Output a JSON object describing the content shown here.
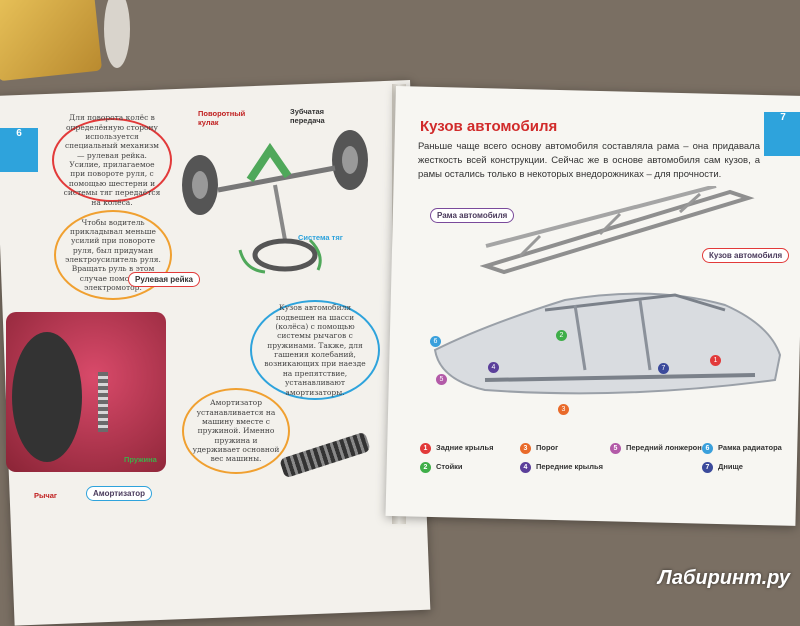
{
  "left_page": {
    "page_number": "6",
    "labels": {
      "steering_knuckle": "Поворотный кулак",
      "gear": "Зубчатая передача",
      "rods": "Система тяг",
      "rack": "Рулевая рейка",
      "spring": "Пружина",
      "lever": "Рычаг",
      "shock": "Амортизатор"
    },
    "callouts": {
      "rack_text": "Для поворота колёс в определённую сторону используется специальный механизм — рулевая рейка. Усилие, прилагаемое при повороте руля, с помощью шестерни и системы тяг передаётся на колёса.",
      "booster_text": "Чтобы водитель прикладывал меньше усилий при повороте руля, был придуман электроусилитель руля. Вращать руль в этом случае помогает электромотор.",
      "suspension_text": "Кузов автомобиля подвешен на шасси (колёса) с помощью системы рычагов с пружинами. Также, для гашения колебаний, возникающих при наезде на препятствие, устанавливают амортизаторы.",
      "shock_text": "Амортизатор устанавливается на машину вместе с пружиной. Именно пружина и удерживает основной вес машины."
    }
  },
  "right_page": {
    "page_number": "7",
    "title": "Кузов автомобиля",
    "intro": "Раньше чаще всего основу автомобиля составляла рама – она придавала жесткость всей конструкции. Сейчас же в основе автомобиля сам кузов, а рамы остались только в некоторых внедорожниках – для прочности.",
    "frame_label": "Рама автомобиля",
    "body_label": "Кузов автомобиля",
    "legend": [
      {
        "num": "1",
        "label": "Задние крылья",
        "color": "#e23a3a"
      },
      {
        "num": "2",
        "label": "Стойки",
        "color": "#3fae49"
      },
      {
        "num": "3",
        "label": "Порог",
        "color": "#e96a2a"
      },
      {
        "num": "4",
        "label": "Передние крылья",
        "color": "#5b3f9a"
      },
      {
        "num": "5",
        "label": "Передний лонжерон",
        "color": "#b35aa8"
      },
      {
        "num": "6",
        "label": "Рамка радиатора",
        "color": "#3aa0dc"
      },
      {
        "num": "7",
        "label": "Днище",
        "color": "#3b4a9b"
      }
    ]
  },
  "watermark": "Лабиринт.ру",
  "colors": {
    "accent": "#2ea3dc",
    "title_red": "#d12b2b",
    "callout_purple": "#7a4a9b"
  }
}
